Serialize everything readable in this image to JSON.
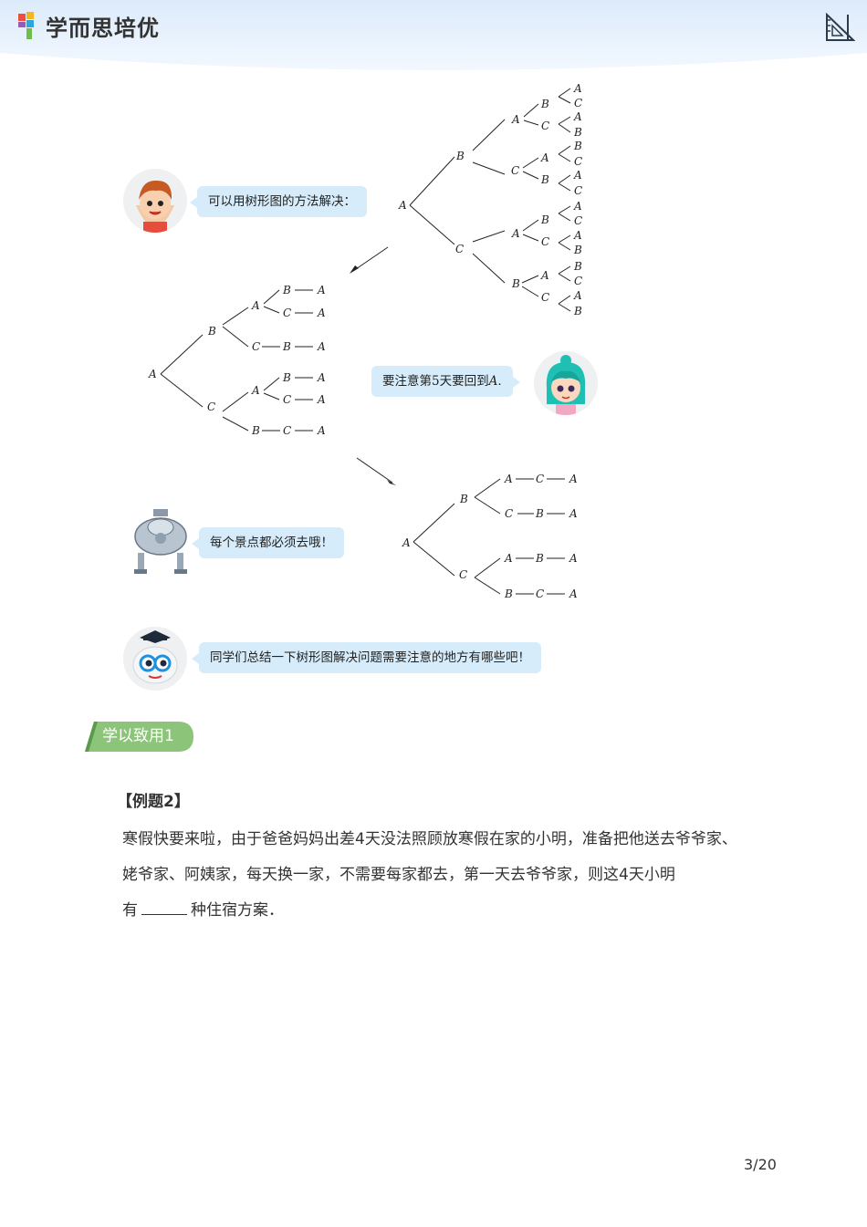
{
  "header": {
    "brand": "学而思培优"
  },
  "colors": {
    "header_bg": "#e6f1fc",
    "bubble_bg": "#d6ecfa",
    "section_green": "#8cc47a",
    "section_dark": "#5a9a4c"
  },
  "bubbles": {
    "boy": "可以用树形图的方法解决：",
    "girl_prefix": "要注意第",
    "girl_num": "5",
    "girl_mid": "天要回到",
    "girl_a": "A",
    "girl_end": ".",
    "robot": "每个景点都必须去哦！",
    "mascot": "同学们总结一下树形图解决问题需要注意的地方有哪些吧！"
  },
  "section": {
    "label": "学以致用1"
  },
  "example": {
    "title": "【例题2】",
    "line1": "寒假快要来啦，由于爸爸妈妈出差4天没法照顾放寒假在家的小明，准备把他送去爷爷家、",
    "line2": "姥爷家、阿姨家，每天换一家，不需要每家都去，第一天去爷爷家，则这4天小明",
    "line3_a": "有",
    "line3_b": "种住宿方案．"
  },
  "footer": {
    "page": "3/20"
  },
  "icons": [
    "logo-icon",
    "ruler-icon",
    "boy-avatar",
    "girl-avatar",
    "robot-avatar",
    "mascot-avatar"
  ]
}
